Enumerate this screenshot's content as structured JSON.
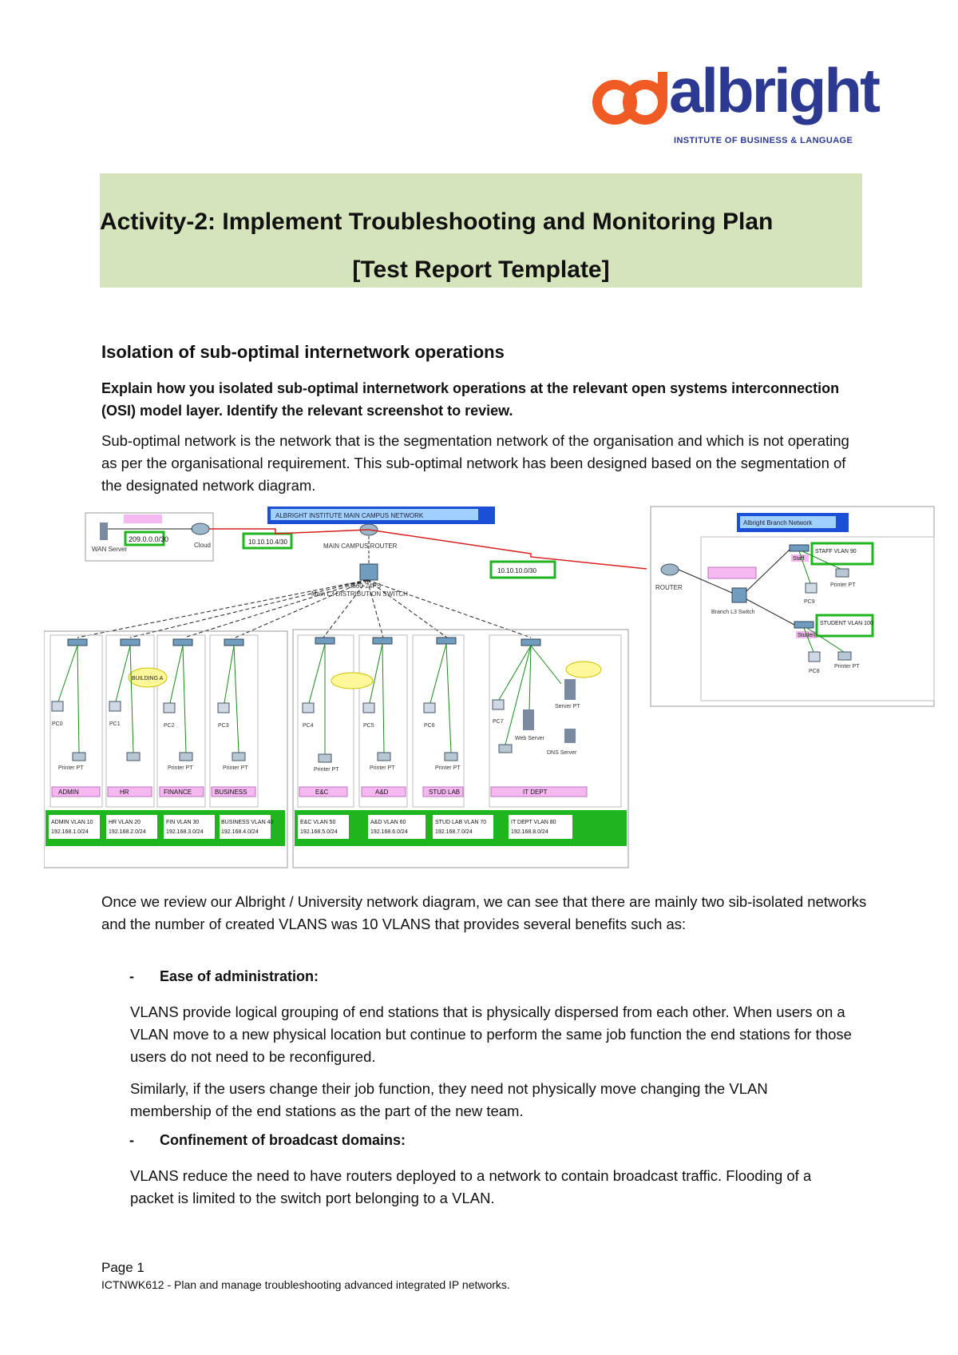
{
  "logo": {
    "word": "albright",
    "tagline": "INSTITUTE OF BUSINESS & LANGUAGE"
  },
  "title": {
    "line1": "Activity-2: Implement Troubleshooting and Monitoring Plan",
    "line2": "[Test Report Template]"
  },
  "section_heading": "Isolation of sub-optimal internetwork operations",
  "question": "Explain how you isolated sub-optimal internetwork operations at the relevant open systems interconnection (OSI) model layer. Identify the relevant screenshot to review.",
  "para1": "Sub-optimal network is the network that is the segmentation network of the organisation and which is not operating as per the organisational requirement. This sub-optimal network has been designed based on the segmentation of the designated network diagram.",
  "diagram": {
    "main_title": "ALBRIGHT INSTITUTE MAIN CAMPUS NETWORK",
    "branch_title": "Albright Branch Network",
    "server_label": "WAN Server",
    "cloud_label": "Cloud",
    "net_wan": "209.0.0.0/30",
    "net_cloud": "10.10.10.4/30",
    "net_branch": "10.10.10.0/30",
    "main_router": "MAIN CAMPUS ROUTER",
    "dist_switch": "3560-24PS",
    "dist_label": "Main L3 DISTRIBUTION SWITCH",
    "branch_router": "ROUTER",
    "branch_switch": "Branch L3 Switch",
    "building_a": "BUILDING A",
    "depts": [
      "ADMIN",
      "HR",
      "FINANCE",
      "BUSINESS",
      "E&C",
      "A&D",
      "STUD LAB",
      "IT DEPT"
    ],
    "pcs": [
      "PC0",
      "PC1",
      "PC2",
      "PC3",
      "PC4",
      "PC5",
      "PC6",
      "PC7"
    ],
    "printer_label": "Printer PT",
    "vlans_a": [
      "ADMIN VLAN 10",
      "HR VLAN 20",
      "FIN VLAN 30",
      "BUSINESS VLAN 40"
    ],
    "vlans_a_net": [
      "192.168.1.0/24",
      "192.168.2.0/24",
      "192.168.3.0/24",
      "192.168.4.0/24"
    ],
    "vlans_b": [
      "E&C VLAN 50",
      "A&D VLAN 60",
      "STUD LAB VLAN 70",
      "IT DEPT VLAN 80"
    ],
    "vlans_b_net": [
      "192.168.5.0/24",
      "192.168.6.0/24",
      "192.168.7.0/24",
      "192.168.8.0/24"
    ],
    "branch_vlans": [
      "STAFF VLAN 90",
      "STUDENT VLAN 100"
    ],
    "branch_pcs": [
      "PC9",
      "PC8"
    ],
    "branch_devices": [
      "Staff",
      "Student"
    ],
    "it_servers": [
      "Server PT",
      "Web Server",
      "DNS Server"
    ]
  },
  "para2": "Once we review our Albright / University network diagram, we can see that there are mainly two sib-isolated networks and the number of created VLANS was 10 VLANS that provides several benefits such as:",
  "bullet1": {
    "marker": "-",
    "title": "Ease of administration:",
    "text1": "VLANS provide logical grouping of end stations that is physically dispersed from each other. When users on a VLAN move to a new physical location but continue to perform the same job function the end stations for those users do not need to be reconfigured.",
    "text2": "Similarly, if the users change their job function, they need not physically move changing the VLAN membership of the end stations as the part of the new team."
  },
  "bullet2": {
    "marker": "-",
    "title": "Confinement of broadcast domains:",
    "text1": "VLANS reduce the need to have routers deployed to a network to contain broadcast traffic. Flooding of a packet is limited to the switch port belonging to a VLAN."
  },
  "footer": {
    "page": "Page 1",
    "course": "ICTNWK612 - Plan and manage troubleshooting advanced integrated IP networks."
  },
  "colors": {
    "brand_orange": "#f05a23",
    "brand_blue": "#2b3990",
    "title_bg": "#d6e4bc",
    "vlan_green": "#1fb51f",
    "dept_pink": "#f5b8f0"
  }
}
